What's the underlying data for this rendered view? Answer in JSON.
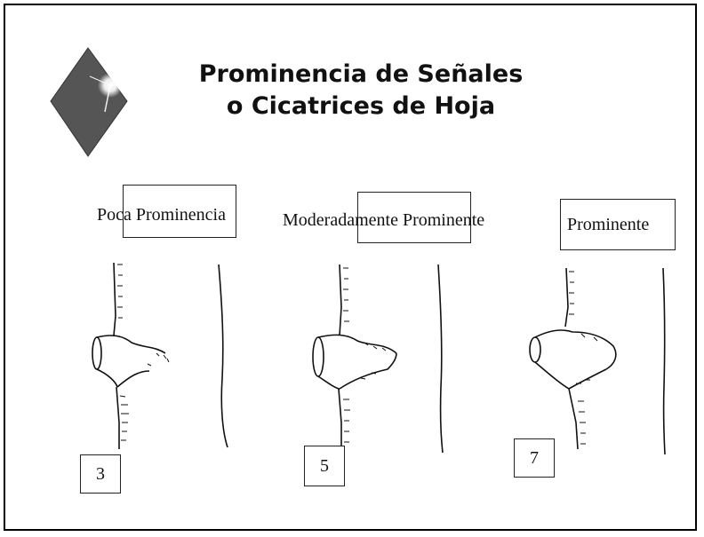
{
  "slide": {
    "title_line1": "Prominencia de Señales",
    "title_line2": "o Cicatrices de Hoja"
  },
  "panels": [
    {
      "label": "Poca Prominencia",
      "number": "3"
    },
    {
      "label": "Moderadamente Prominente",
      "number": "5"
    },
    {
      "label": "Prominente",
      "number": "7"
    }
  ],
  "colors": {
    "logo_diamond": "#555555",
    "ink": "#111111"
  },
  "icons": {
    "logo": "diamond-sparkle-icon"
  }
}
